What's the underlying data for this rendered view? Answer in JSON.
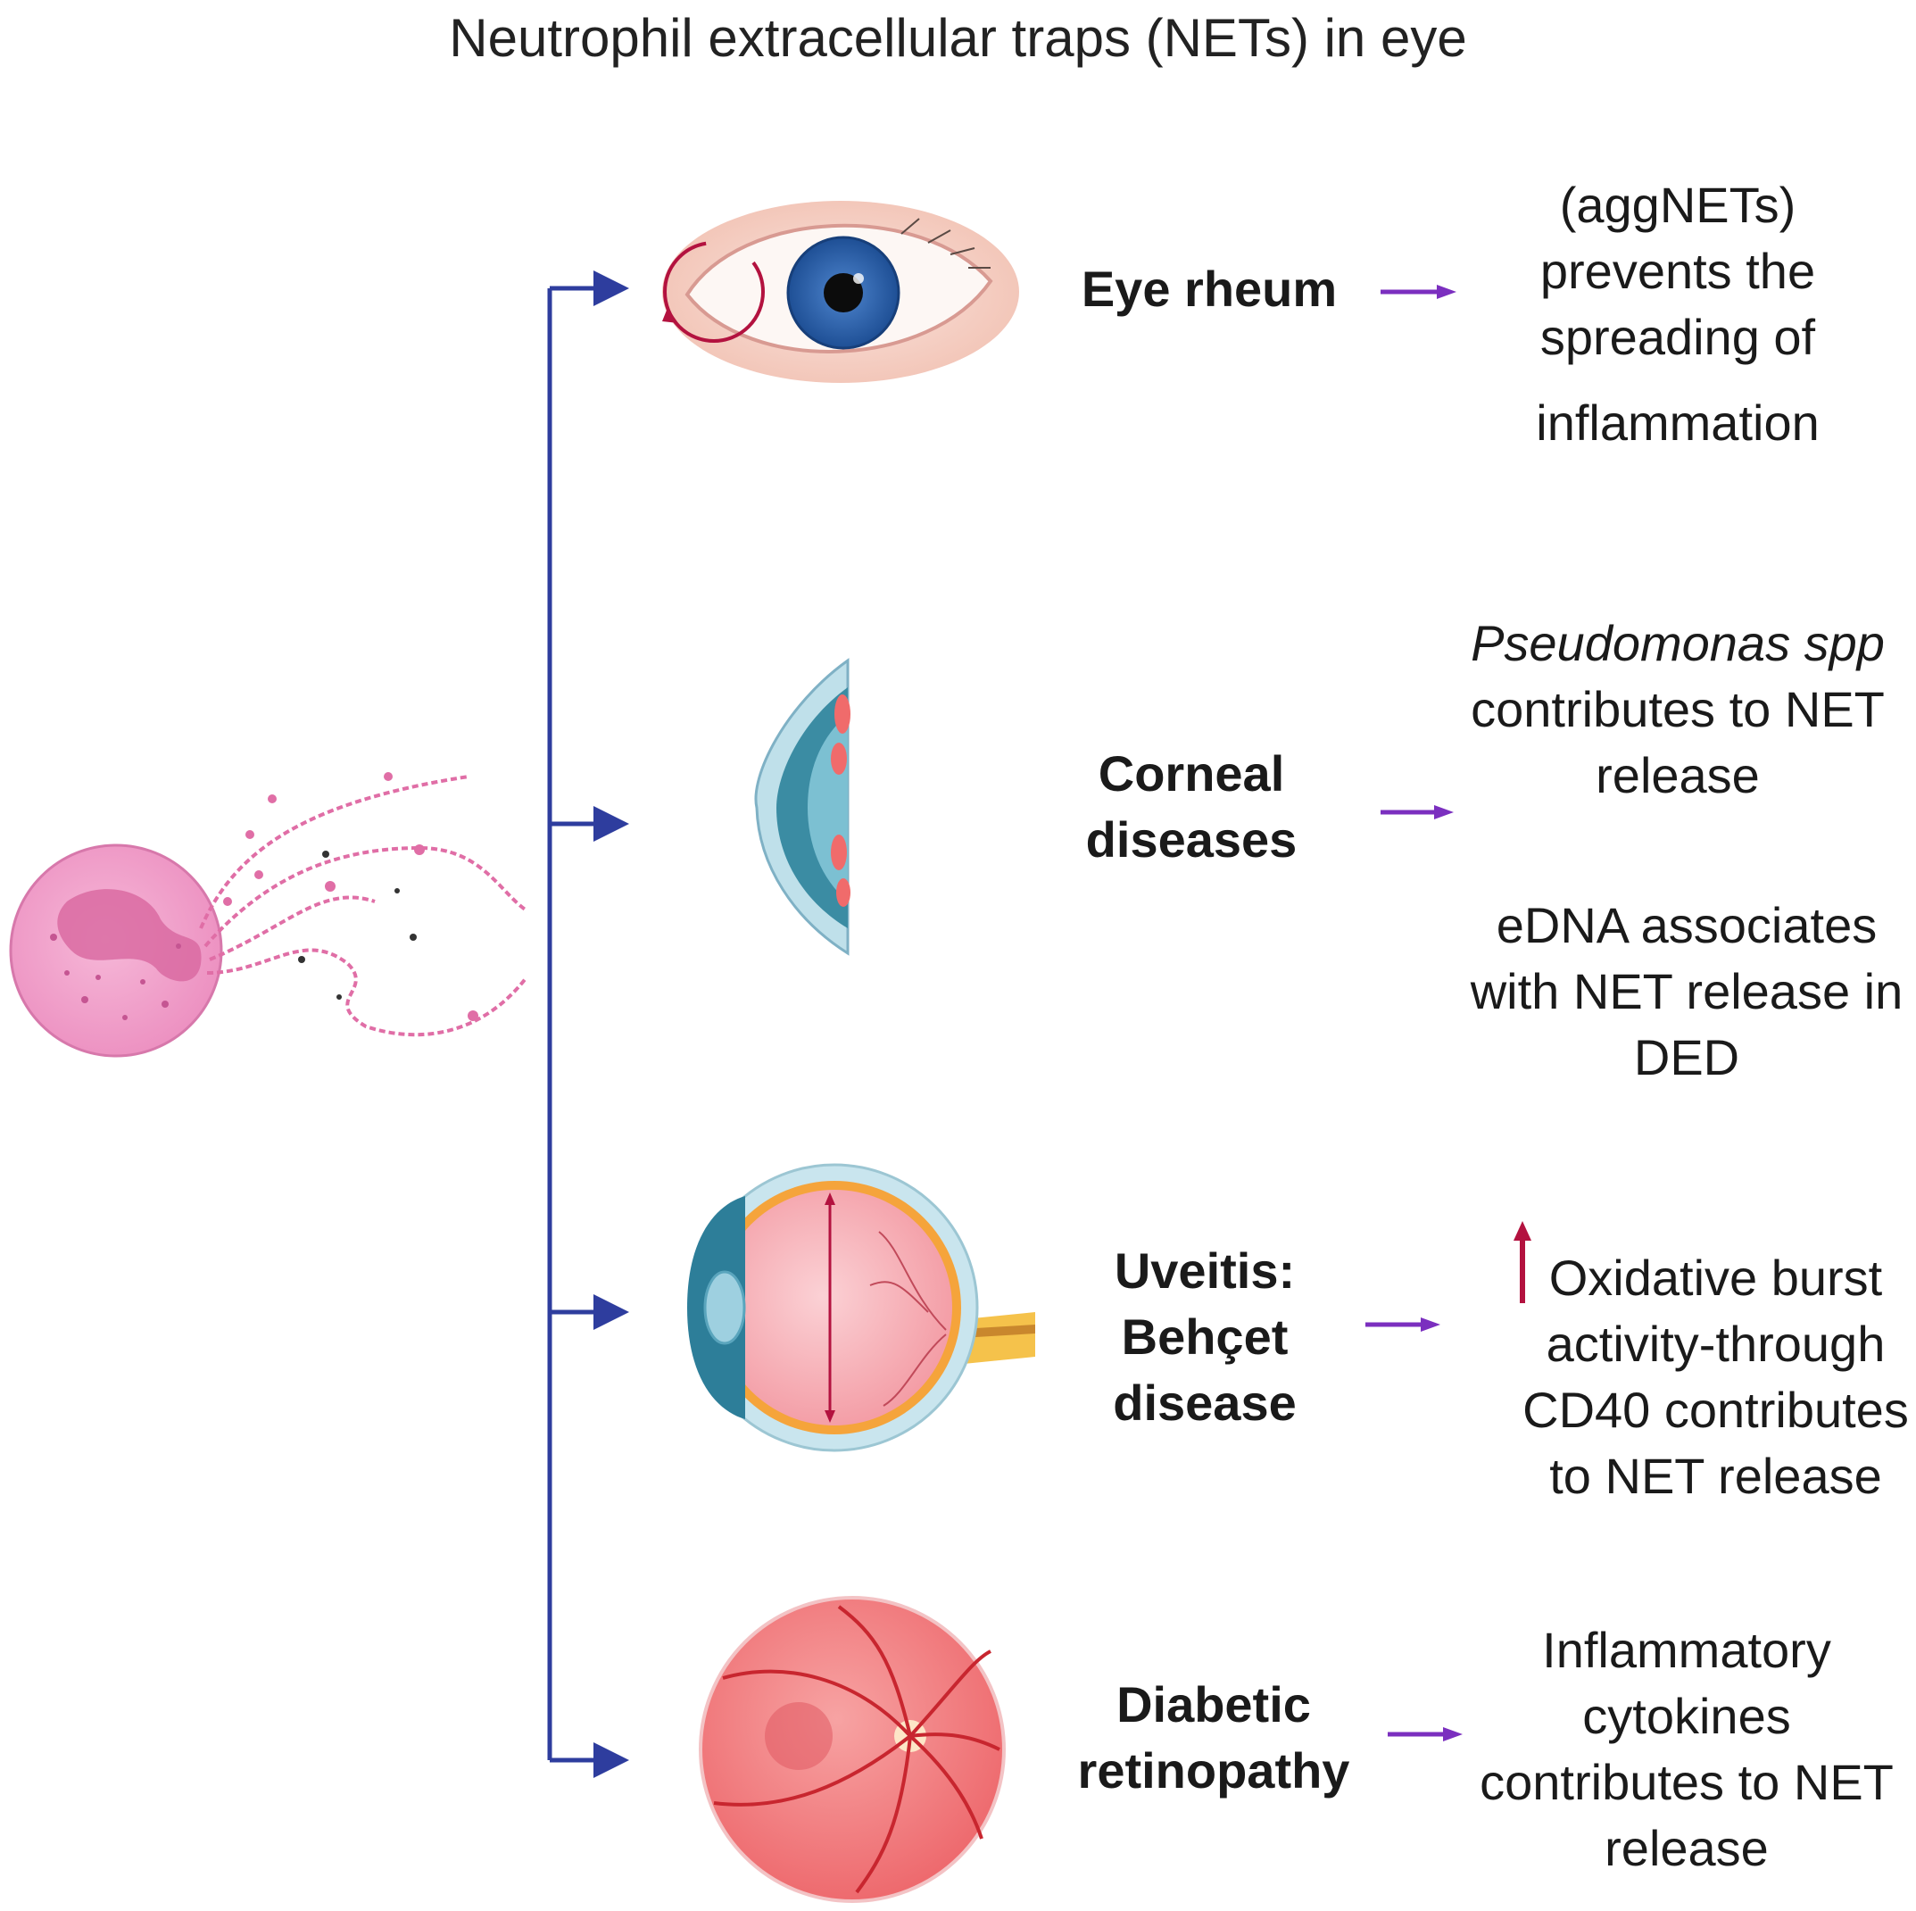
{
  "title": "Neutrophil extracellular traps (NETs) in eye",
  "colors": {
    "connector": "#2e3d9e",
    "arrow_purple": "#7b2fbf",
    "up_arrow": "#b3123f",
    "neutrophil": "#ee9ac6"
  },
  "rows": [
    {
      "icon": "eye-icon",
      "label": [
        "Eye rheum"
      ],
      "description": [
        "(aggNETs)",
        "prevents  the",
        "spreading of",
        "inflammation"
      ]
    },
    {
      "icon": "cornea-icon",
      "label": [
        "Corneal",
        "diseases"
      ],
      "description": [
        "Pseudomonas spp",
        "contributes to NET",
        "release"
      ],
      "description2": [
        "eDNA associates",
        "with NET release in",
        "DED"
      ]
    },
    {
      "icon": "eyeball-cross-section-icon",
      "label": [
        "Uveitis:",
        "Behçet",
        "disease"
      ],
      "description": [
        "Oxidative burst",
        "activity-through",
        "CD40 contributes",
        "to NET release"
      ],
      "marker": "up-arrow-icon"
    },
    {
      "icon": "retina-fundus-icon",
      "label": [
        "Diabetic",
        "retinopathy"
      ],
      "description": [
        "Inflammatory",
        "cytokines",
        "contributes to NET",
        "release"
      ]
    }
  ]
}
